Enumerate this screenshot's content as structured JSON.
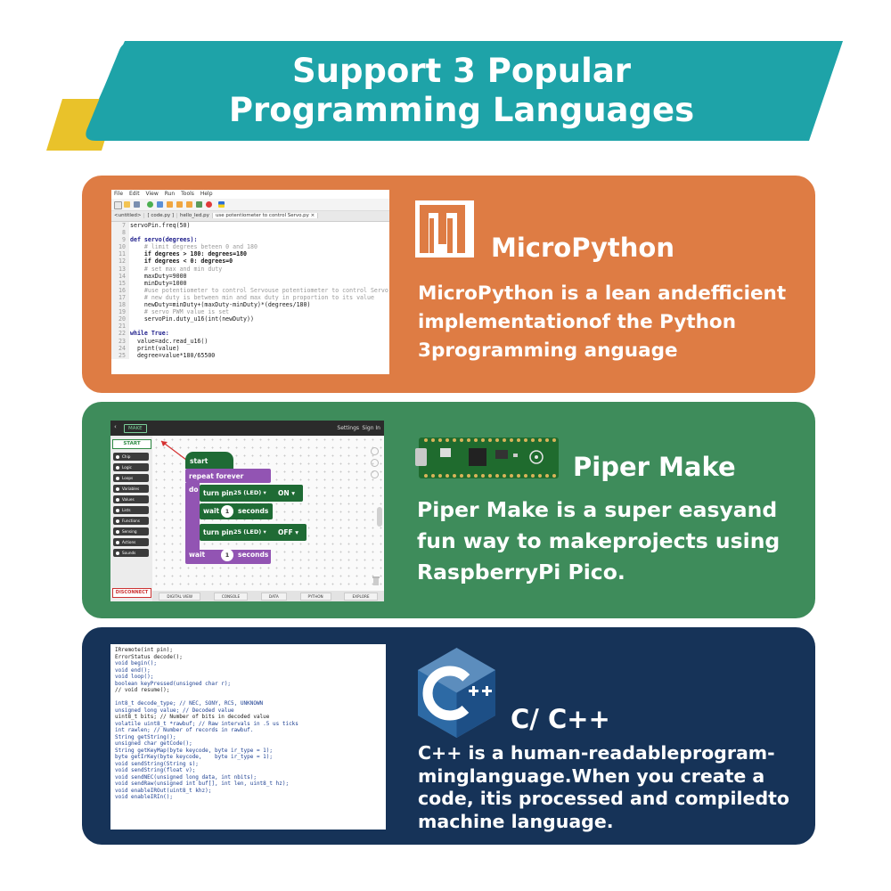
{
  "banner": {
    "title_line1": "Support 3 Popular",
    "title_line2": "Programming Languages",
    "colors": {
      "teal": "#1ea3a8",
      "yellow": "#e9c22a"
    }
  },
  "sections": [
    {
      "heading": "MicroPython",
      "desc_lines": [
        "MicroPython is a lean andefficient",
        "implementationof the Python",
        "3programming anguage"
      ],
      "color": "#de7c44",
      "logo_icon": "micropython-logo-icon"
    },
    {
      "heading": "Piper Make",
      "desc_lines": [
        "Piper Make is a super easyand",
        "fun way to makeprojects using",
        "RaspberryPi Pico."
      ],
      "color": "#3e8c5b",
      "logo_icon": "raspberry-pi-pico-board-icon"
    },
    {
      "heading": "C/ C++",
      "desc_lines": [
        "C++ is a human-readableprogram-",
        "minglanguage.When you create a",
        "code, itis processed and compiledto",
        "machine language."
      ],
      "color": "#163358",
      "logo_icon": "cpp-logo-icon"
    }
  ],
  "thonny": {
    "menu": [
      "File",
      "Edit",
      "View",
      "Run",
      "Tools",
      "Help"
    ],
    "tabs": [
      "<untitled>",
      "[ code.py ]",
      "hello_led.py",
      "use potentiometer to control Servo.py ×"
    ],
    "lines": [
      {
        "n": "7",
        "t": "servoPin.freq(50)"
      },
      {
        "n": "8",
        "t": ""
      },
      {
        "n": "9",
        "t": "def servo(degrees):"
      },
      {
        "n": "10",
        "t": "    # limit degrees beteen 0 and 180"
      },
      {
        "n": "11",
        "t": "    if degrees > 180: degrees=180"
      },
      {
        "n": "12",
        "t": "    if degrees < 0: degrees=0"
      },
      {
        "n": "13",
        "t": "    # set max and min duty"
      },
      {
        "n": "14",
        "t": "    maxDuty=9000"
      },
      {
        "n": "15",
        "t": "    minDuty=1000"
      },
      {
        "n": "16",
        "t": "    #use potentiometer to control Servouse potentiometer to control Servo"
      },
      {
        "n": "17",
        "t": "    # new duty is between min and max duty in proportion to its value"
      },
      {
        "n": "18",
        "t": "    newDuty=minDuty+(maxDuty-minDuty)*(degrees/180)"
      },
      {
        "n": "19",
        "t": "    # servo PWM value is set"
      },
      {
        "n": "20",
        "t": "    servoPin.duty_u16(int(newDuty))"
      },
      {
        "n": "21",
        "t": ""
      },
      {
        "n": "22",
        "t": "while True:"
      },
      {
        "n": "23",
        "t": "  value=adc.read_u16()"
      },
      {
        "n": "24",
        "t": "  print(value)"
      },
      {
        "n": "25",
        "t": "  degree=value*180/65500"
      }
    ]
  },
  "piper": {
    "logo": "MAKE",
    "back": "‹",
    "settings": "Settings",
    "signin": "Sign In",
    "start": "START",
    "categories": [
      "Chip",
      "Logic",
      "Loops",
      "Variables",
      "Values",
      "Lists",
      "Functions",
      "Sensing",
      "Actions",
      "Sounds"
    ],
    "disconnect": "DISCONNECT",
    "tabs": [
      "DIGITAL VIEW",
      "CONSOLE",
      "DATA",
      "PYTHON",
      "EXPLORE"
    ],
    "blocks": {
      "start": "start",
      "repeat": "repeat forever",
      "do": "do",
      "turn_pin_1": "turn pin",
      "pin_value_1": "25 (LED) ▾",
      "state_1": "ON ▾",
      "wait_1": "wait",
      "wait_value_1": "1",
      "seconds_1": "seconds",
      "turn_pin_2": "turn pin",
      "pin_value_2": "25 (LED) ▾",
      "state_2": "OFF ▾",
      "wait_2": "wait",
      "wait_value_2": "1",
      "seconds_2": "seconds"
    }
  },
  "ccode": {
    "lines": [
      "IRremote(int pin);",
      "ErrorStatus decode();",
      "void begin();",
      "void end();",
      "void loop();",
      "boolean keyPressed(unsigned char r);",
      "// void resume();",
      "",
      "int8_t decode_type; // NEC, SONY, RC5, UNKNOWN",
      "unsigned long value; // Decoded value",
      "uint8_t bits; // Number of bits in decoded value",
      "volatile uint8_t *rawbuf; // Raw intervals in .5 us ticks",
      "int rawlen; // Number of records in rawbuf.",
      "String getString();",
      "unsigned char getCode();",
      "String getKeyMap(byte keycode, byte ir_type = 1);",
      "byte getIrKey(byte keycode,    byte ir_type = 1);",
      "void sendString(String s);",
      "void sendString(float v);",
      "void sendNEC(unsigned long data, int nbits);",
      "void sendRaw(unsigned int buf[], int len, uint8_t hz);",
      "void enableIROut(uint8_t khz);",
      "void enableIRIn();"
    ]
  }
}
